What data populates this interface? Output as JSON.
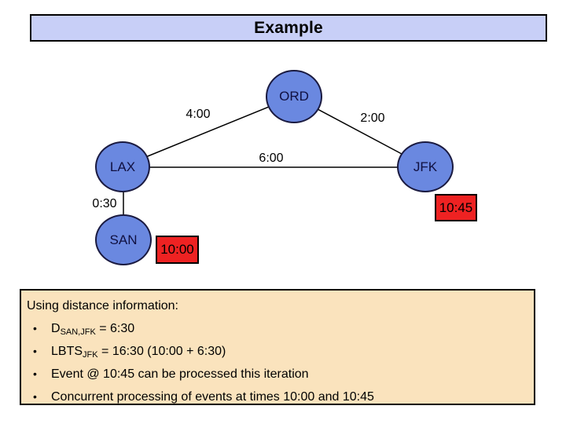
{
  "slide": {
    "title": "Example"
  },
  "diagram": {
    "nodes": [
      {
        "id": "ORD",
        "label": "ORD"
      },
      {
        "id": "LAX",
        "label": "LAX"
      },
      {
        "id": "JFK",
        "label": "JFK"
      },
      {
        "id": "SAN",
        "label": "SAN"
      }
    ],
    "edges": [
      {
        "from": "LAX",
        "to": "ORD",
        "label": "4:00"
      },
      {
        "from": "ORD",
        "to": "JFK",
        "label": "2:00"
      },
      {
        "from": "LAX",
        "to": "JFK",
        "label": "6:00"
      },
      {
        "from": "LAX",
        "to": "SAN",
        "label": "0:30"
      }
    ],
    "timestamps": [
      {
        "node": "JFK",
        "value": "10:45"
      },
      {
        "node": "SAN",
        "value": "10:00"
      }
    ]
  },
  "notes": {
    "heading": "Using distance information:",
    "bullet_char": "•",
    "bullets": [
      {
        "pre": "D",
        "sub": "SAN,JFK",
        "post": " = 6:30"
      },
      {
        "pre": "LBTS",
        "sub": "JFK",
        "post": " = 16:30 (10:00 + 6:30)"
      },
      {
        "pre": "Event @ 10:45 can be processed this iteration",
        "sub": "",
        "post": ""
      },
      {
        "pre": "Concurrent processing of events at times 10:00 and 10:45",
        "sub": "",
        "post": ""
      }
    ]
  },
  "colors": {
    "title_background": "#c8cff7",
    "node_fill": "#6a88e0",
    "node_border": "#1a1a40",
    "timestamp_background": "#ee2222",
    "notes_background": "#fae3bd"
  }
}
